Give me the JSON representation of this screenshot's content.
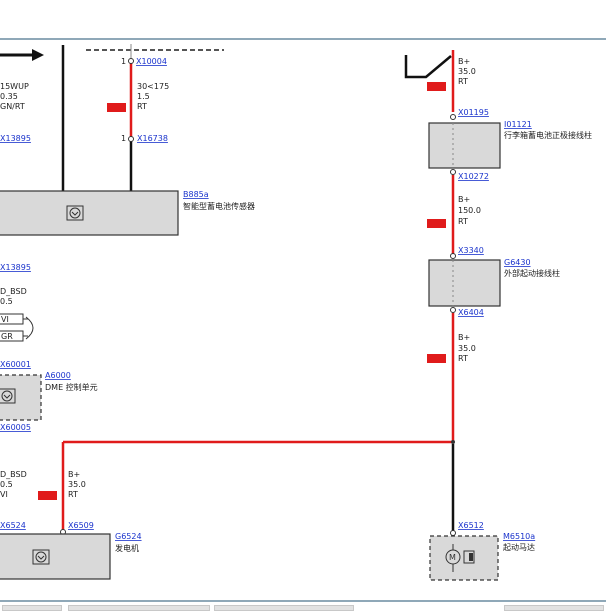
{
  "colors": {
    "wire_red": "#e01b1b",
    "wire_black": "#111111",
    "component_fill": "#d9d9d9",
    "link_blue": "#1a33cc",
    "top_border": "#8fa8b8"
  },
  "left": {
    "wire_top": {
      "code": "15WUP",
      "size": "0.35",
      "color": "GN/RT"
    },
    "wire_top_right": {
      "code": "30<175",
      "size": "1.5",
      "color": "RT"
    },
    "pin_x10004": "1",
    "pin_x16738": "1",
    "connector_x10004": "X10004",
    "connector_x16738": "X16738",
    "connector_x13895_a": "X13895",
    "sensor_code": "B885a",
    "sensor_name": "智能型蓄电池传感器",
    "connector_x13895_b": "X13895",
    "bsd_wire": {
      "code": "D_BSD",
      "size": "0.5"
    },
    "vi_label": "VI",
    "gr_label": "GR",
    "connector_x60001": "X60001",
    "dme_code": "A6000",
    "dme_name": "DME 控制单元",
    "connector_x60005": "X60005",
    "bsd_wire2": {
      "code": "D_BSD",
      "size": "0.5",
      "color": "VI"
    },
    "gen_wire": {
      "code": "B+",
      "size": "35.0",
      "color": "RT"
    },
    "connector_x6524": "X6524",
    "connector_x6509": "X6509",
    "generator_code": "G6524",
    "generator_name": "发电机"
  },
  "right": {
    "wire_top": {
      "code": "B+",
      "size": "35.0",
      "color": "RT"
    },
    "connector_x01195": "X01195",
    "terminal_code": "I01121",
    "terminal_name": "行李箱蓄电池正极接线柱",
    "connector_x10272": "X10272",
    "wire_mid": {
      "code": "B+",
      "size": "150.0",
      "color": "RT"
    },
    "connector_x3340": "X3340",
    "jump_code": "G6430",
    "jump_name": "外部起动接线柱",
    "connector_x6404": "X6404",
    "wire_low": {
      "code": "B+",
      "size": "35.0",
      "color": "RT"
    },
    "connector_x6512": "X6512",
    "starter_code": "M6510a",
    "starter_name": "起动马达"
  }
}
